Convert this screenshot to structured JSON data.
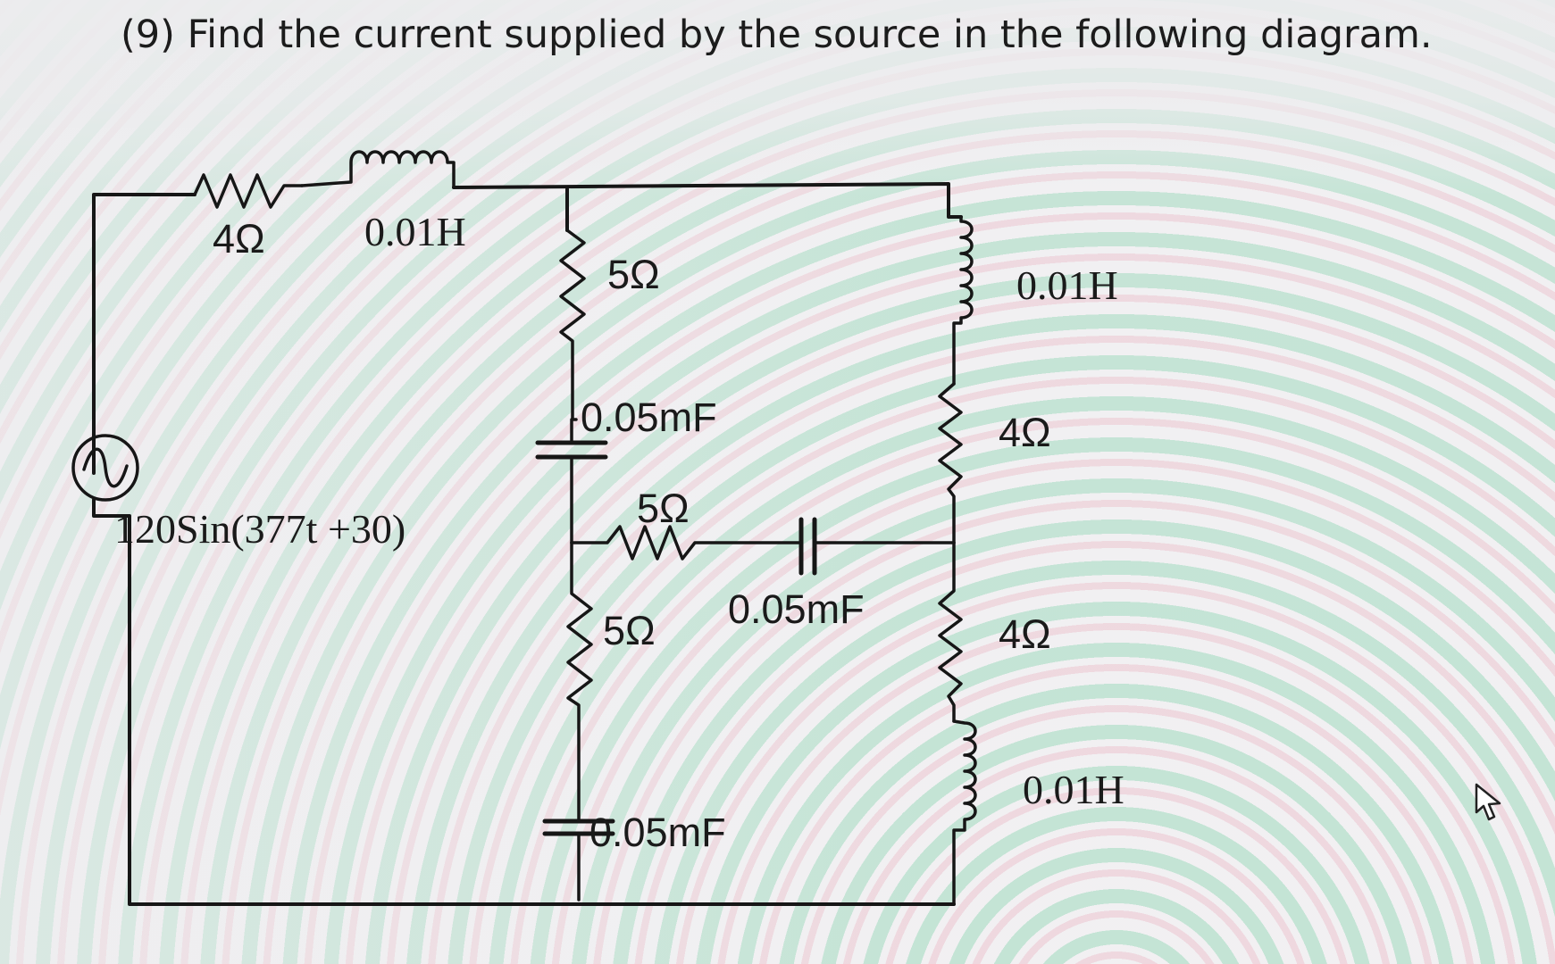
{
  "question": {
    "text": "(9) Find the current supplied by the source in the following diagram."
  },
  "source": {
    "label": "120Sin(377t +30)",
    "icon": "ac-source-icon"
  },
  "top_branch": {
    "resistor_label": "4Ω",
    "inductor_label": "0.01H"
  },
  "middle_branch": {
    "resistor_top_label": "5Ω",
    "capacitor_top_label": "0.05mF",
    "resistor_bottom_label": "5Ω",
    "capacitor_bottom_label": "0.05mF"
  },
  "bridge": {
    "resistor_label": "5Ω",
    "capacitor_label": "0.05mF"
  },
  "right_branch": {
    "inductor_top_label": "0.01H",
    "resistor_upper_label": "4Ω",
    "resistor_lower_label": "4Ω",
    "inductor_bottom_label": "0.01H"
  },
  "cursor": {
    "icon": "mouse-pointer-icon"
  }
}
